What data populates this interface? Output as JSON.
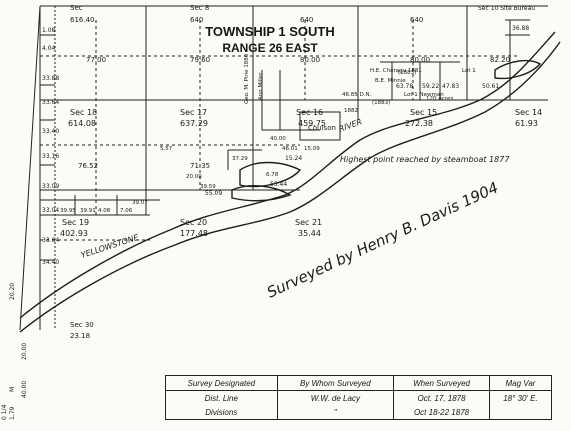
{
  "map": {
    "title_line1": "TOWNSHIP 1 SOUTH",
    "title_line2": "RANGE 26 EAST",
    "surveyor_note": "Surveyed by Henry B. Davis 1904",
    "steamboat_note": "Highest point reached by steamboat 1877",
    "river_word_1": "YELLOWSTONE",
    "river_word_2": "RIVER",
    "top_right_stamp": "Sec 10 Site Bureau",
    "town_label": "Coulson",
    "top_edge_labels": {
      "sec7": "Sec",
      "sec8": "Sec 8",
      "v1": "616.40",
      "v2": "640",
      "v3": "640",
      "v4": "640"
    },
    "sections": {
      "sec18": "Sec 18",
      "sec17": "Sec 17",
      "sec16": "Sec 16",
      "sec15": "Sec 15",
      "sec14": "Sec 14",
      "sec19": "Sec 19",
      "sec20": "Sec 20",
      "sec21": "Sec 21",
      "sec30": "Sec 30"
    },
    "acreages": {
      "a1": "77.00",
      "a2": "79.60",
      "a3": "80.00",
      "a4": "80.00",
      "a5": "82.20",
      "a6": "614.08",
      "a7": "637.29",
      "a8": "459.75",
      "a9": "272.38",
      "a10": "61.93",
      "a11": "76.52",
      "a12": "71.35",
      "a13": "402.93",
      "a14": "177.48",
      "a15": "35.44",
      "a16": "23.18",
      "a17": "50.61",
      "a18": "63.78",
      "a19": "59.22",
      "a20": "47.83",
      "a21": "15.24",
      "a22": "55.09",
      "a23": "55.44",
      "a24": "36.88"
    },
    "left_edge_lots": [
      "1.08",
      "4.04",
      "33.88",
      "33.64",
      "33.40",
      "33.16",
      "33.09",
      "33.04",
      "33.64",
      "34.40",
      "20.20"
    ],
    "small_lots": [
      "5.57",
      "20.00",
      "39.59",
      "37.29",
      "7.06",
      "39.07",
      "4.08",
      "39.91",
      "39.95",
      "6.78",
      "40.00",
      "46.01",
      "15.09"
    ],
    "claims": [
      "H.E. Cheragu 1881",
      "B.E. Minnie",
      "(1883)",
      "Lot 1 Newman",
      "Ann Miller",
      "Geo. M. Pirie 1880",
      "Lot 1",
      "(1883)",
      "1882",
      "120 Acres",
      "46.85 D.N."
    ],
    "bottom_left_marks": [
      "0 1/4",
      "M",
      "1.79",
      "20.00",
      "40.00"
    ]
  },
  "legend": {
    "headers": [
      "Survey Designated",
      "By Whom Surveyed",
      "When Surveyed",
      "Mag Var"
    ],
    "rows": [
      [
        "Dist. Line",
        "W.W. de Lacy",
        "Oct. 17, 1878",
        "18° 30' E."
      ],
      [
        "Divisions",
        "\"",
        "Oct 18-22 1878",
        ""
      ]
    ]
  }
}
